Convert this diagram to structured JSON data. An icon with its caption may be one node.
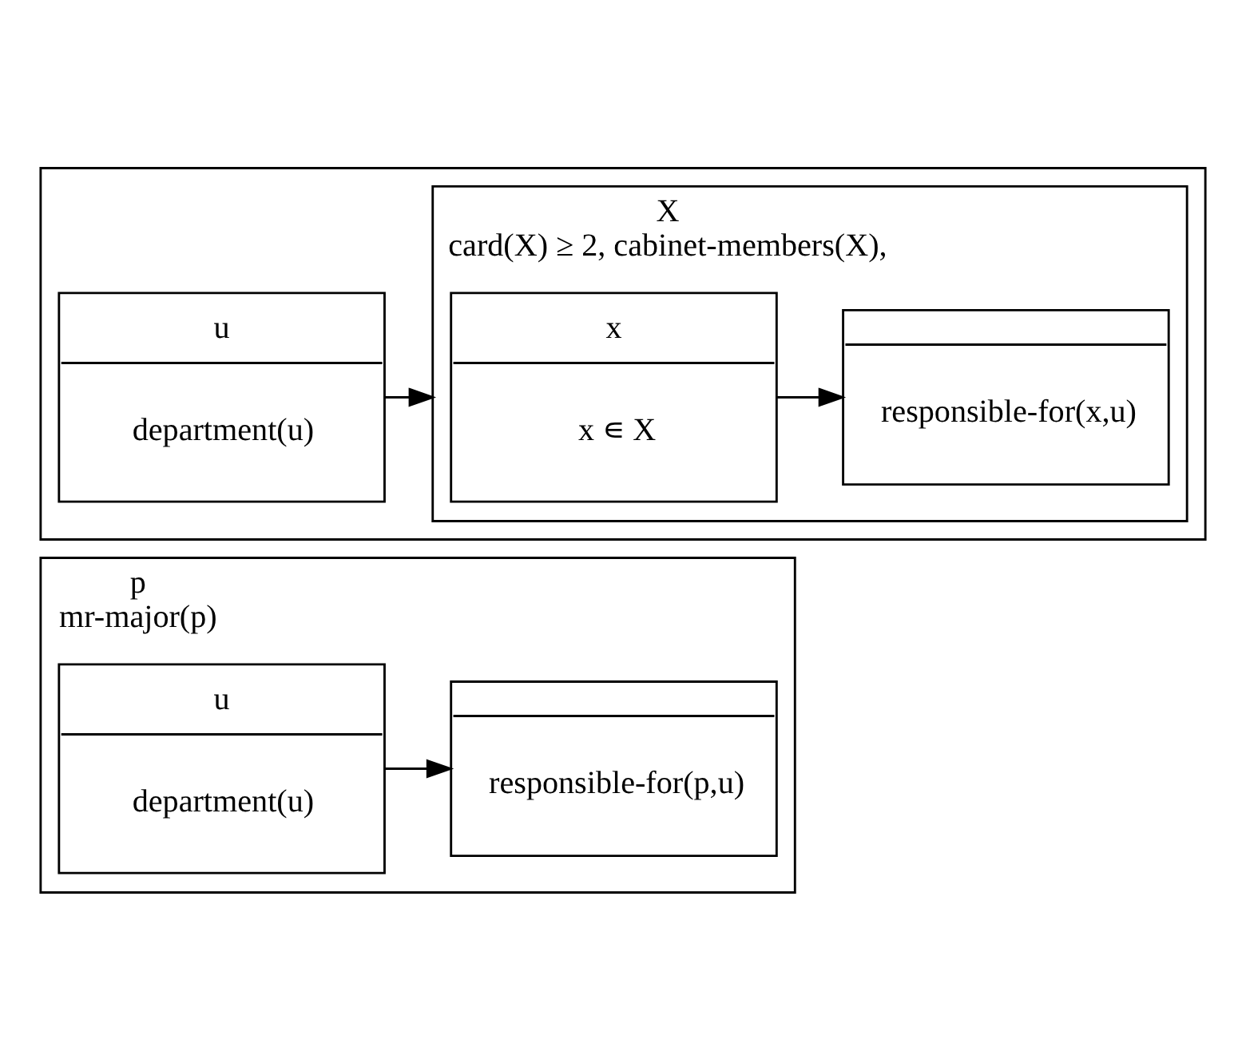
{
  "diagram": {
    "nodes": [
      {
        "text": [],
        "shape": "box"
      },
      {
        "text": [
          "u",
          "department(u)"
        ],
        "in": 0
      },
      {
        "text": [
          "X",
          "card(X) ≥ 2, cabinet-members(X),"
        ],
        "in": 0
      },
      {
        "text": [
          "x",
          "x ∊ X"
        ],
        "in": 2
      },
      {
        "text": [
          "responsible-for(x,u)"
        ],
        "in": 2
      },
      {
        "text": [
          "p",
          "mr-major(p)"
        ]
      },
      {
        "text": [
          "u",
          "department(u)"
        ],
        "in": 5
      },
      {
        "text": [
          "responsible-for(p,u)"
        ],
        "in": 5
      }
    ],
    "edges": [
      {
        "from": 1,
        "to": 2,
        "arrow": "to"
      },
      {
        "from": 3,
        "to": 4,
        "arrow": "to"
      },
      {
        "from": 6,
        "to": 7,
        "arrow": "to"
      }
    ]
  }
}
